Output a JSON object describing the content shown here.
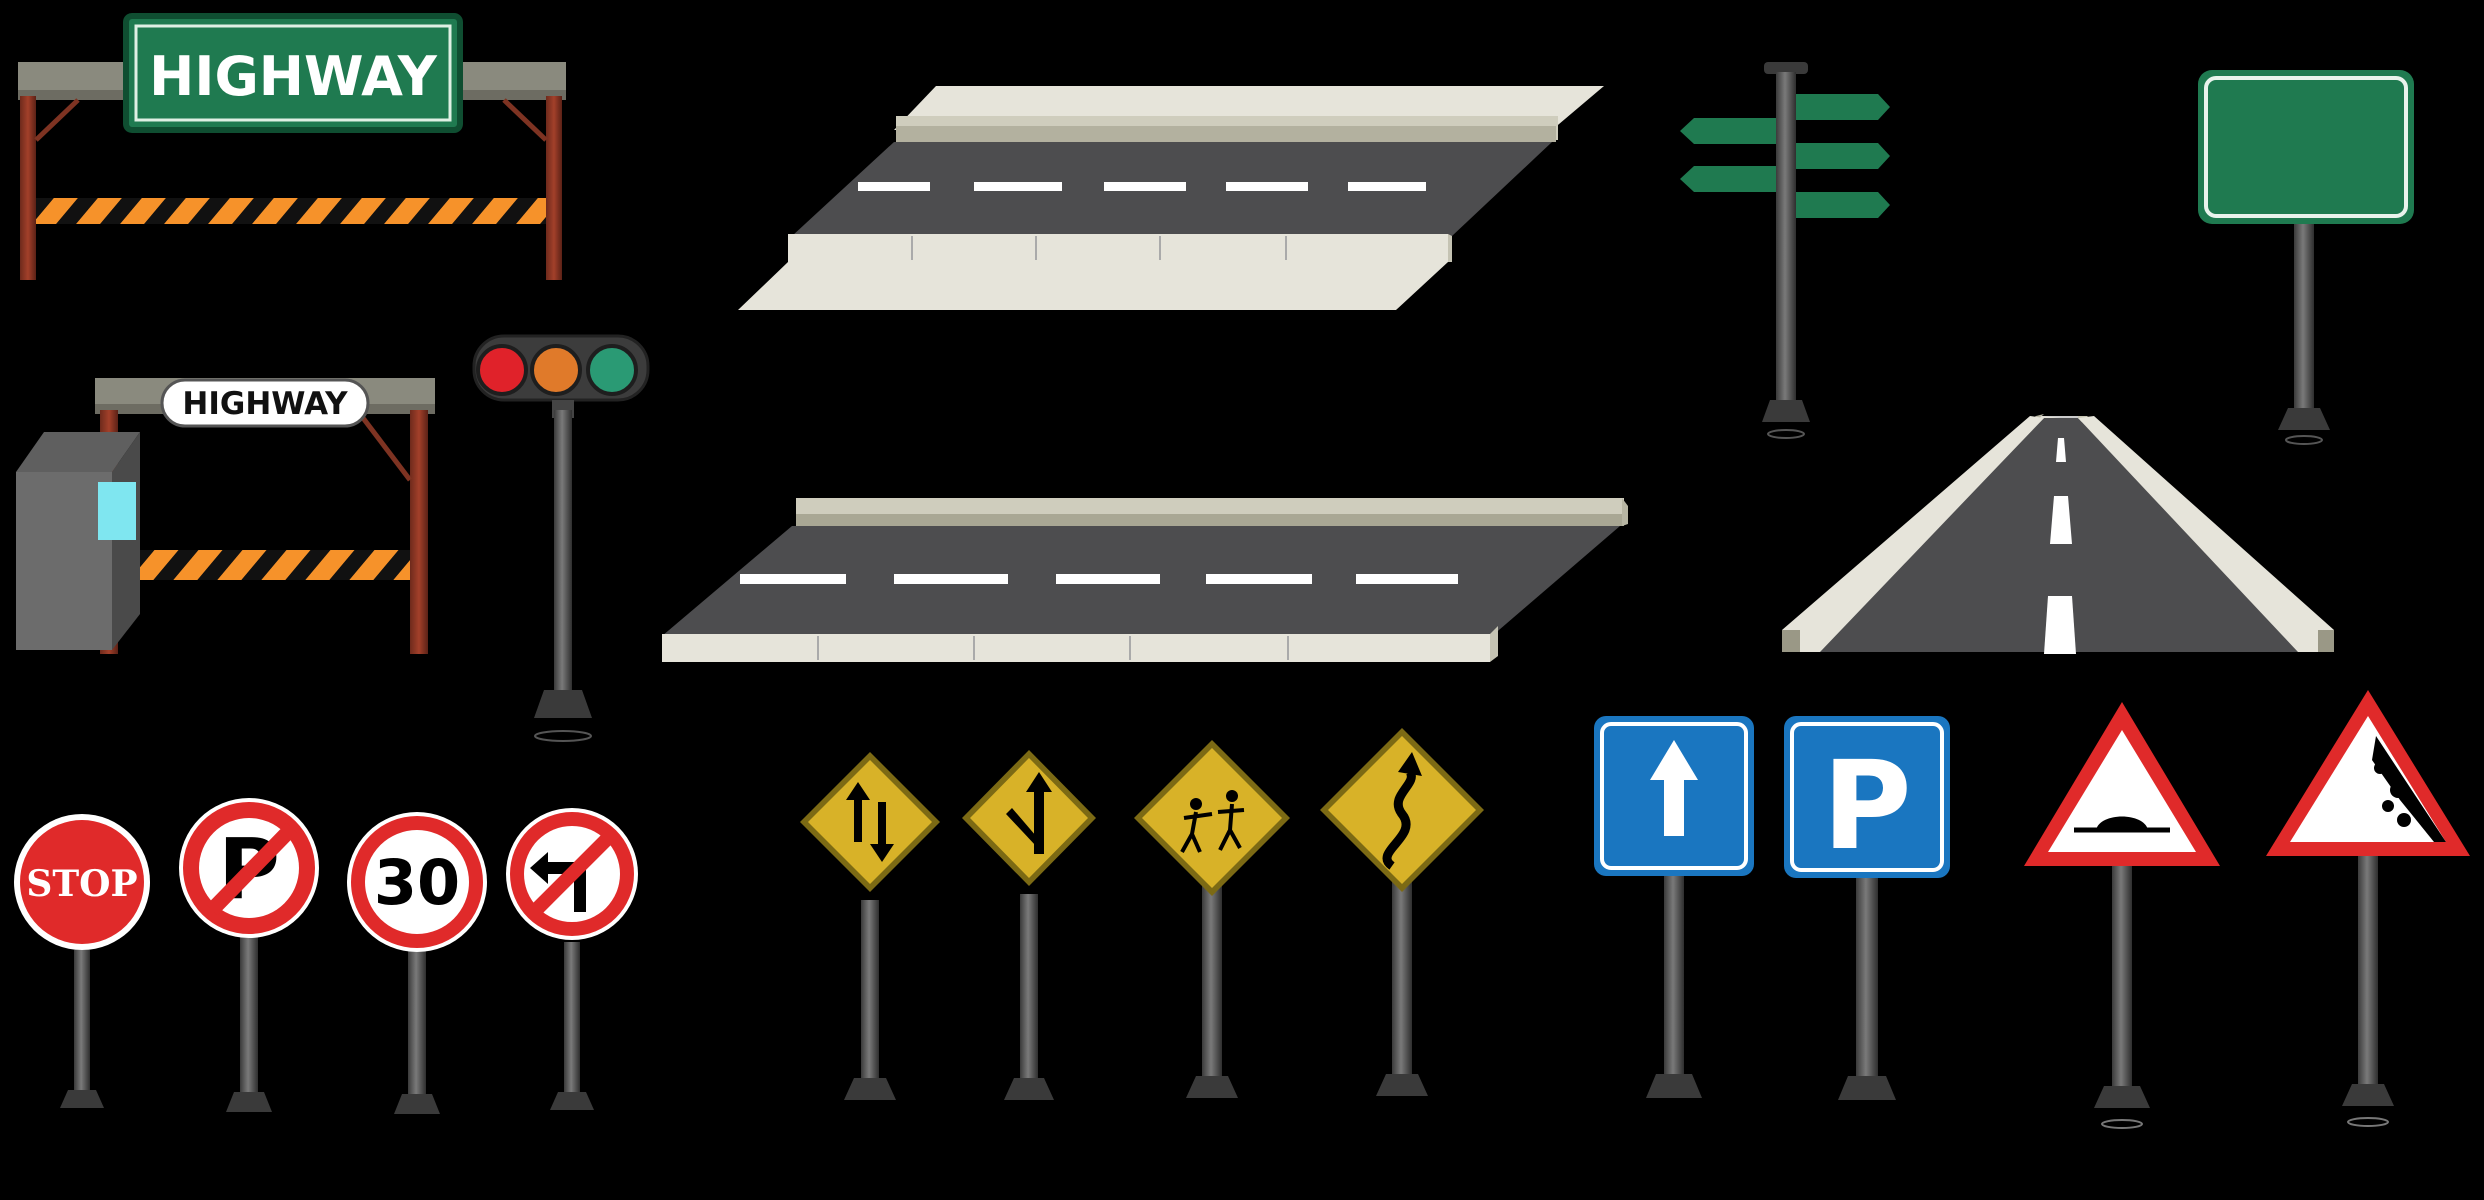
{
  "gates": {
    "large_gate_sign": "HIGHWAY",
    "toll_gate_sign": "HIGHWAY"
  },
  "signs": {
    "stop_text": "STOP",
    "speed_limit_text": "30",
    "parking_letter": "P",
    "no_parking_letter": "P"
  },
  "colors": {
    "background": "#000000",
    "highway_green": "#1f7a50",
    "sign_red": "#e02a2a",
    "sign_blue": "#1a76c0",
    "warning_yellow": "#d8b228",
    "hazard_orange": "#f6922a",
    "asphalt": "#4d4d4f",
    "curb": "#e6e4da",
    "pole": "#555555"
  },
  "icons": [
    "highway-gate",
    "toll-gate",
    "traffic-light",
    "road-segment-curb-both",
    "road-segment-curb-one",
    "road-perspective",
    "direction-signpost",
    "blank-green-sign",
    "stop-sign",
    "no-parking-sign",
    "speed-limit-sign",
    "no-left-turn-sign",
    "two-way-traffic-sign",
    "merge-sign",
    "school-crossing-sign",
    "winding-road-sign",
    "one-way-sign",
    "parking-sign",
    "speed-bump-sign",
    "falling-rocks-sign"
  ]
}
